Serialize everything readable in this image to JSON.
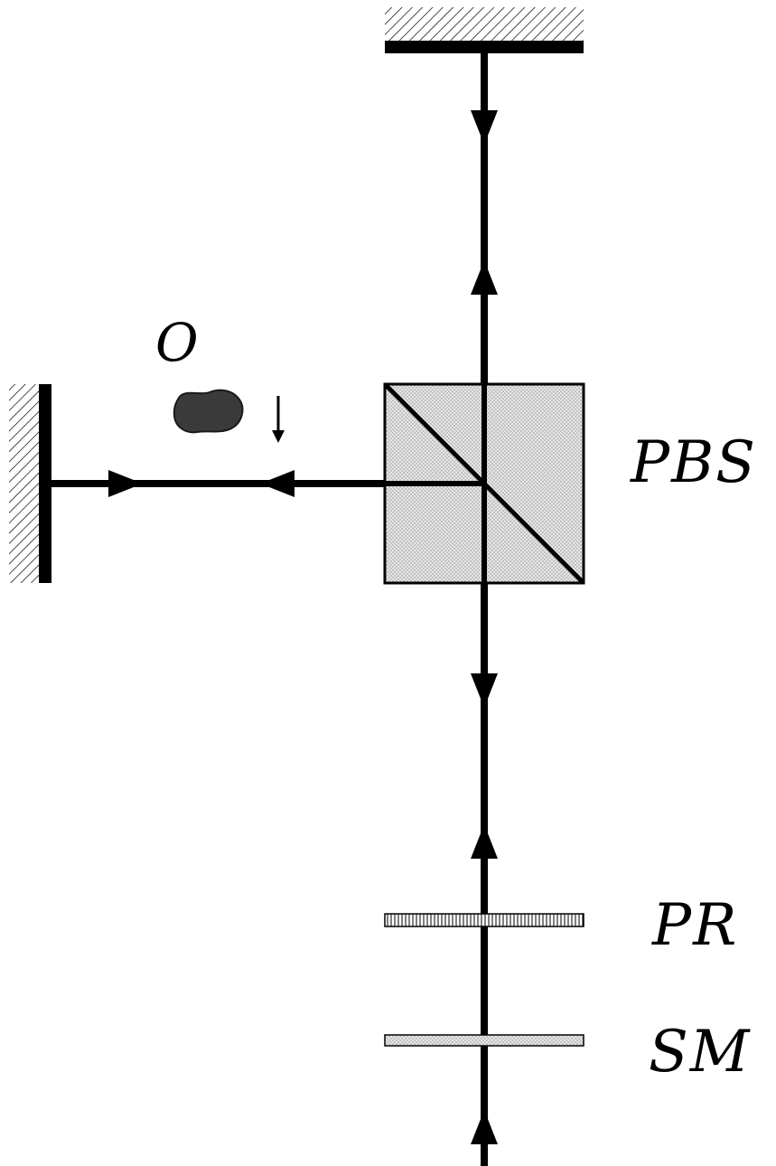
{
  "labels": {
    "object": "O",
    "beam_splitter": "PBS",
    "polarization_rotator": "PR",
    "spatial_modulator": "SM"
  },
  "colors": {
    "stroke": "#000000",
    "cube_fill": "#e2e2e2",
    "object_fill": "#3a3a3a",
    "sm_fill": "#dcdcdc",
    "background": "#ffffff"
  }
}
